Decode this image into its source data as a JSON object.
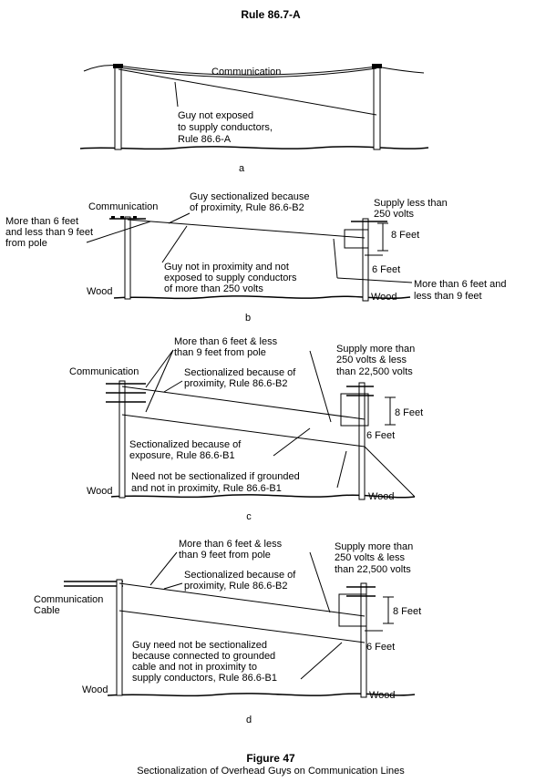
{
  "header": {
    "rule_title": "Rule 86.7-A"
  },
  "panel_a": {
    "label": "a",
    "line_label": "Communication",
    "note": [
      "Guy not exposed",
      "to supply conductors,",
      "Rule 86.6-A"
    ]
  },
  "panel_b": {
    "label": "b",
    "comm_label": "Communication",
    "sectionalized_note": [
      "Guy sectionalized because",
      "of proximity, Rule 86.6-B2"
    ],
    "supply_note": [
      "Supply less than",
      "250 volts"
    ],
    "left_distance_note": [
      "More than 6 feet",
      "and less than 9 feet",
      "from pole"
    ],
    "proximity_note": [
      "Guy not in proximity and not",
      "exposed to supply conductors",
      "of more than 250 volts"
    ],
    "eight_feet": "8 Feet",
    "six_feet": "6 Feet",
    "right_distance_note": [
      "More than 6 feet and",
      "less than 9 feet"
    ],
    "wood_left": "Wood",
    "wood_right": "Wood"
  },
  "panel_c": {
    "label": "c",
    "comm_label": "Communication",
    "distance_note": [
      "More than 6 feet & less",
      "than 9 feet from pole"
    ],
    "supply_note": [
      "Supply more than",
      "250 volts & less",
      "than 22,500 volts"
    ],
    "proximity_note": [
      "Sectionalized because of",
      "proximity, Rule 86.6-B2"
    ],
    "eight_feet": "8 Feet",
    "exposure_note": [
      "Sectionalized because of",
      "exposure, Rule 86.6-B1"
    ],
    "six_feet": "6 Feet",
    "grounded_note": [
      "Need not be sectionalized if grounded",
      "and not in proximity, Rule 86.6-B1"
    ],
    "wood_left": "Wood",
    "wood_right": "Wood"
  },
  "panel_d": {
    "label": "d",
    "distance_note": [
      "More than 6 feet & less",
      "than 9 feet from pole"
    ],
    "supply_note": [
      "Supply more than",
      "250 volts & less",
      "than 22,500 volts"
    ],
    "proximity_note": [
      "Sectionalized because of",
      "proximity, Rule 86.6-B2"
    ],
    "comm_cable": [
      "Communication",
      "Cable"
    ],
    "eight_feet": "8 Feet",
    "six_feet": "6 Feet",
    "guy_note": [
      "Guy need not be sectionalized",
      "because connected to grounded",
      "cable and not in proximity to",
      "supply conductors, Rule 86.6-B1"
    ],
    "wood_left": "Wood",
    "wood_right": "Wood"
  },
  "footer": {
    "figure_label": "Figure 47",
    "caption": "Sectionalization of Overhead Guys on Communication Lines"
  }
}
